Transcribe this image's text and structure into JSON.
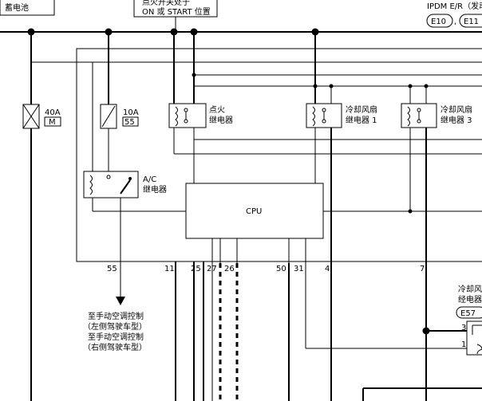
{
  "labels": {
    "battery": "蓄电池",
    "ign_switch_line1": "点火开关处于",
    "ign_switch_line2": "ON 或 START 位置",
    "ipdm": "IPDM E/R（发动",
    "conn_e10": "E10",
    "conn_e11": "E11",
    "fuse40_amp": "40A",
    "fuse40_code": "M",
    "fuse10_amp": "10A",
    "fuse10_code": "55",
    "ign_relay_1": "点火",
    "ign_relay_2": "继电器",
    "fan_relay1_1": "冷却风扇",
    "fan_relay1_2": "继电器 1",
    "fan_relay3_1": "冷却风扇",
    "fan_relay3_2": "继电器 3",
    "ac_relay_1": "A/C",
    "ac_relay_2": "继电器",
    "cpu": "CPU",
    "dest_1": "至手动空调控制",
    "dest_2": "（左侧驾驶车型）",
    "dest_3": "至手动空调控制",
    "dest_4": "（右侧驾驶车型）",
    "right_relay_1": "冷却风",
    "right_relay_2": "经电器",
    "conn_e57": "E57",
    "rpin3": "3",
    "rpin1": "1"
  },
  "pins": [
    "55",
    "11",
    "25",
    "27",
    "26",
    "50",
    "31",
    "4",
    "7"
  ]
}
